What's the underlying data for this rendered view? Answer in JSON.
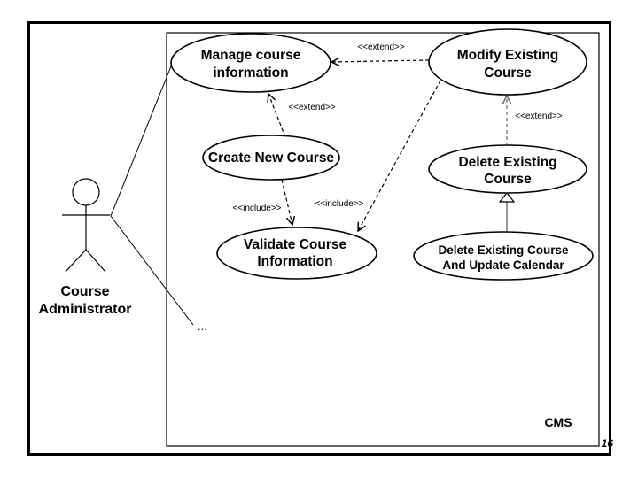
{
  "system": {
    "name": "CMS"
  },
  "actor": {
    "name_line1": "Course",
    "name_line2": "Administrator"
  },
  "use_cases": {
    "manage_info": {
      "line1": "Manage course",
      "line2": "information"
    },
    "modify_existing": {
      "line1": "Modify Existing",
      "line2": "Course"
    },
    "create_new": {
      "line1": "Create New Course"
    },
    "delete_existing": {
      "line1": "Delete Existing",
      "line2": "Course"
    },
    "validate_info": {
      "line1": "Validate Course",
      "line2": "Information"
    },
    "delete_update_calendar": {
      "line1": "Delete Existing Course",
      "line2": "And Update Calendar"
    }
  },
  "relationships": {
    "extend_modify_manage": "<<extend>>",
    "extend_create_manage": "<<extend>>",
    "extend_delete_modify": "<<extend>>",
    "include_create_validate": "<<include>>",
    "include_modify_validate": "<<include>>"
  },
  "more_indicator": "...",
  "page_number": "16"
}
